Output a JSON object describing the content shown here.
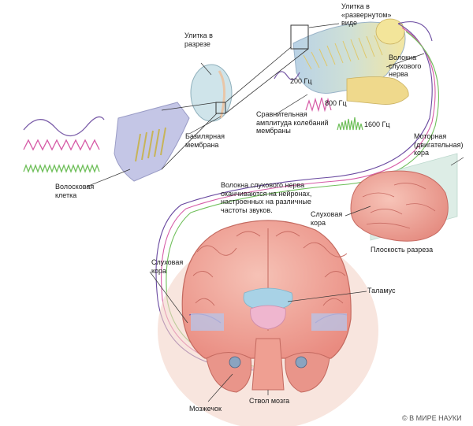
{
  "labels": {
    "cochlea_unrolled": "Улитка в\n«развернутом»\nвиде",
    "cochlea_section": "Улитка в\nразрезе",
    "nerve_fibers": "Волокна\nслухового\nнерва",
    "freq_200": "200 Гц",
    "freq_800": "800 Гц",
    "freq_1600": "1600 Гц",
    "membrane_amplitude": "Сравнительная\nамплитуда колебаний\nмембраны",
    "basilar_membrane": "Базилярная\nмембрана",
    "hair_cell": "Волосковая\nклетка",
    "nerve_endings": "Волокна слухового нерва\nоканчиваются на нейронах,\nнастроенных на различные\nчастоты звуков.",
    "motor_cortex": "Моторная\n(двигательная)\nкора",
    "auditory_cortex_right": "Слуховая\nкора",
    "section_plane": "Плоскость разреза",
    "auditory_cortex_left": "Слуховая\nкора",
    "thalamus": "Таламус",
    "cerebellum": "Мозжечок",
    "brainstem": "Ствол мозга",
    "copyright": "© В МИРЕ НАУКИ"
  },
  "colors": {
    "wave_low": "#7a5ca8",
    "wave_mid": "#d65aa6",
    "wave_high": "#6fbf5a",
    "nerve_line": "#6a4aa0",
    "brain": "#f0a59a",
    "cochlea_body": "#f2e3a0",
    "membrane": "#b6d6cf"
  }
}
